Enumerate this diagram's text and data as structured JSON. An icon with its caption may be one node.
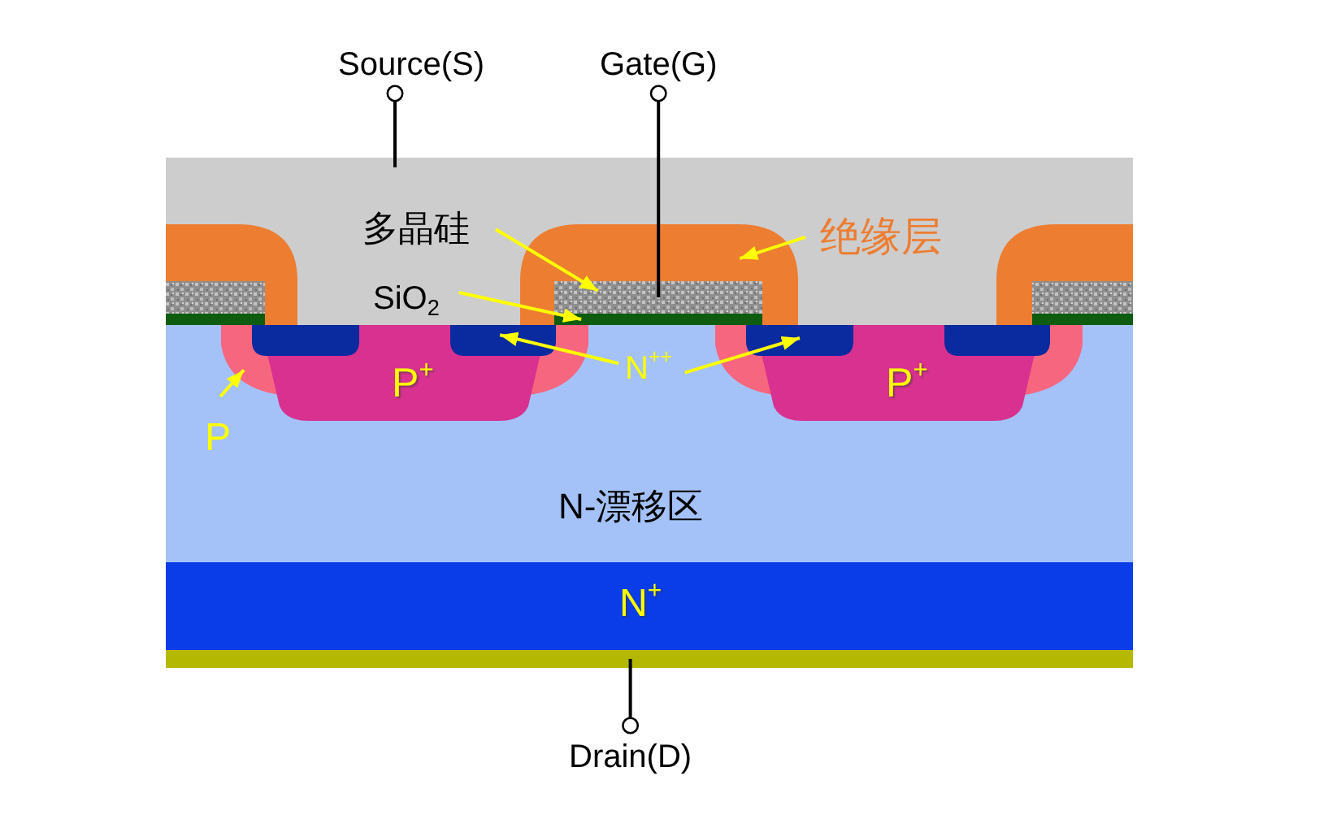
{
  "diagram": {
    "nodes": [
      {
        "text": [
          "Source(S)"
        ]
      },
      {
        "text": [
          "Gate(G)"
        ]
      },
      {
        "text": [],
        "shape": "box"
      },
      {
        "text": [
          "多晶硅"
        ],
        "in": 2
      },
      {
        "text": [
          "绝缘层"
        ],
        "in": 2
      },
      {
        "text": [],
        "shape": "box",
        "in": 2
      },
      {
        "text": [],
        "shape": "bar",
        "in": 5
      },
      {
        "text": [
          "SiO$_{2}$"
        ],
        "in": 2
      },
      {
        "text": [],
        "shape": "bar",
        "in": 5
      },
      {
        "text": [
          "N-漂移区"
        ]
      },
      {
        "text": [
          "P"
        ],
        "in": 9
      },
      {
        "text": [],
        "shape": "box",
        "in": 9
      },
      {
        "text": [
          "P$^{+}$"
        ],
        "in": 11
      },
      {
        "text": [],
        "shape": "box",
        "in": 12
      },
      {
        "text": [],
        "shape": "box",
        "in": 12
      },
      {
        "text": [
          "N$^{++}$"
        ],
        "in": 9
      },
      {
        "text": [],
        "shape": "box",
        "in": 9
      },
      {
        "text": [
          "P$^{+}$"
        ],
        "in": 16
      },
      {
        "text": [],
        "shape": "box",
        "in": 17
      },
      {
        "text": [],
        "shape": "box",
        "in": 17
      },
      {
        "text": [
          "N$^{+}$"
        ]
      },
      {
        "text": [],
        "shape": "bar"
      },
      {
        "text": [
          "Drain(D)"
        ]
      }
    ],
    "edges": [
      {
        "from": 0,
        "to": 2,
        "arrow": "other",
        "color": "#000000"
      },
      {
        "from": 1,
        "to": 6,
        "arrow": "other",
        "color": "#000000"
      },
      {
        "from": 3,
        "to": 6,
        "arrow": "to"
      },
      {
        "from": 7,
        "to": 8,
        "arrow": "to"
      },
      {
        "from": 4,
        "to": 5,
        "arrow": "to"
      },
      {
        "from": 15,
        "to": 14,
        "arrow": "to"
      },
      {
        "from": 15,
        "to": 18,
        "arrow": "to"
      },
      {
        "from": 10,
        "to": 11,
        "arrow": "to"
      },
      {
        "from": 22,
        "to": 21,
        "arrow": "other",
        "color": "#000000"
      }
    ]
  }
}
